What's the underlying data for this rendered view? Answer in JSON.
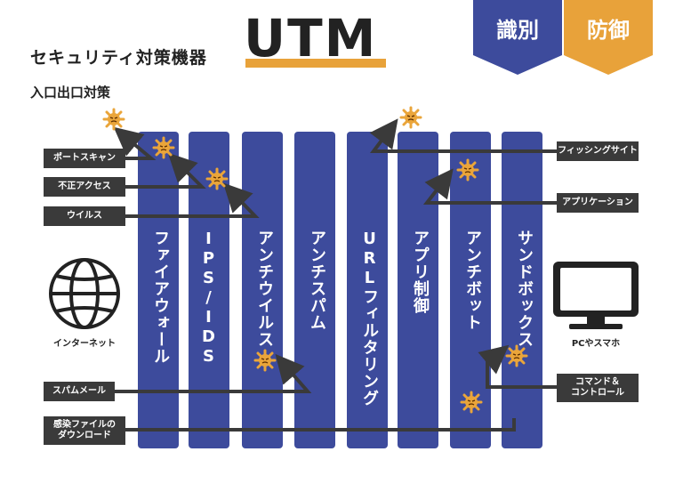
{
  "header": {
    "title": "セキュリティ対策機器",
    "product": "UTM",
    "subtitle": "入口出口対策"
  },
  "badges": [
    {
      "label": "識別",
      "color": "#3d4b9c"
    },
    {
      "label": "防御",
      "color": "#e8a23a"
    }
  ],
  "columns": [
    "ファイアウォール",
    "IPS/IDS",
    "アンチウイルス",
    "アンチスパム",
    "URLフィルタリング",
    "アプリ制御",
    "アンチボット",
    "サンドボックス"
  ],
  "left_threats": [
    "ポートスキャン",
    "不正アクセス",
    "ウイルス",
    "スパムメール",
    "感染ファイルの\nダウンロード"
  ],
  "right_threats": [
    "フィッシングサイト",
    "アプリケーション",
    "コマンド＆\nコントロール"
  ],
  "internet_label": "インターネット",
  "pc_label": "PCやスマホ",
  "colors": {
    "column": "#3d4b9c",
    "accent": "#e8a23a",
    "label_bg": "#3a3a3a",
    "virus": "#eaa53a"
  }
}
